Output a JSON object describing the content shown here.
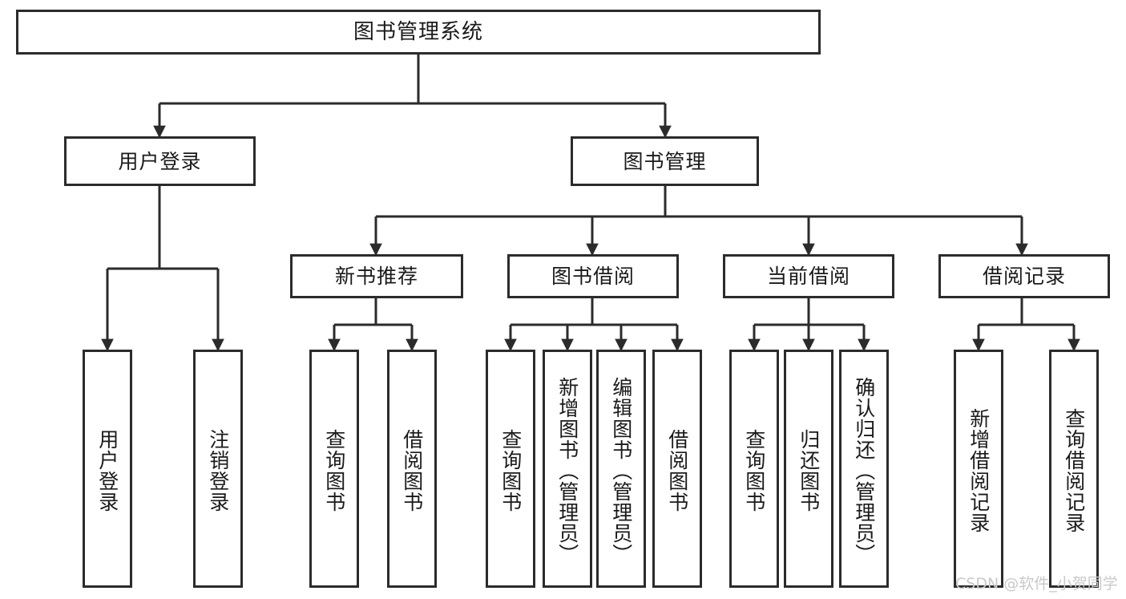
{
  "diagram": {
    "type": "tree",
    "title": "图书管理系统",
    "root": {
      "label": "图书管理系统"
    },
    "level2": [
      {
        "label": "用户登录"
      },
      {
        "label": "图书管理"
      }
    ],
    "level3": [
      {
        "label": "新书推荐"
      },
      {
        "label": "图书借阅"
      },
      {
        "label": "当前借阅"
      },
      {
        "label": "借阅记录"
      }
    ],
    "leaves": {
      "user_login": [
        {
          "label": "用户登录"
        },
        {
          "label": "注销登录"
        }
      ],
      "new_book": [
        {
          "label": "查询图书"
        },
        {
          "label": "借阅图书"
        }
      ],
      "borrow": [
        {
          "label": "查询图书"
        },
        {
          "label": "新增图书（管理员）"
        },
        {
          "label": "编辑图书（管理员）"
        },
        {
          "label": "借阅图书"
        }
      ],
      "current": [
        {
          "label": "查询图书"
        },
        {
          "label": "归还图书"
        },
        {
          "label": "确认归还（管理员）"
        }
      ],
      "records": [
        {
          "label": "新增借阅记录"
        },
        {
          "label": "查询借阅记录"
        }
      ]
    },
    "watermark": "CSDN @软件_小贺同学",
    "colors": {
      "stroke": "#2b2b2b",
      "fill": "#ffffff",
      "text": "#1a1a1a",
      "watermark": "#c9c9c9"
    }
  }
}
